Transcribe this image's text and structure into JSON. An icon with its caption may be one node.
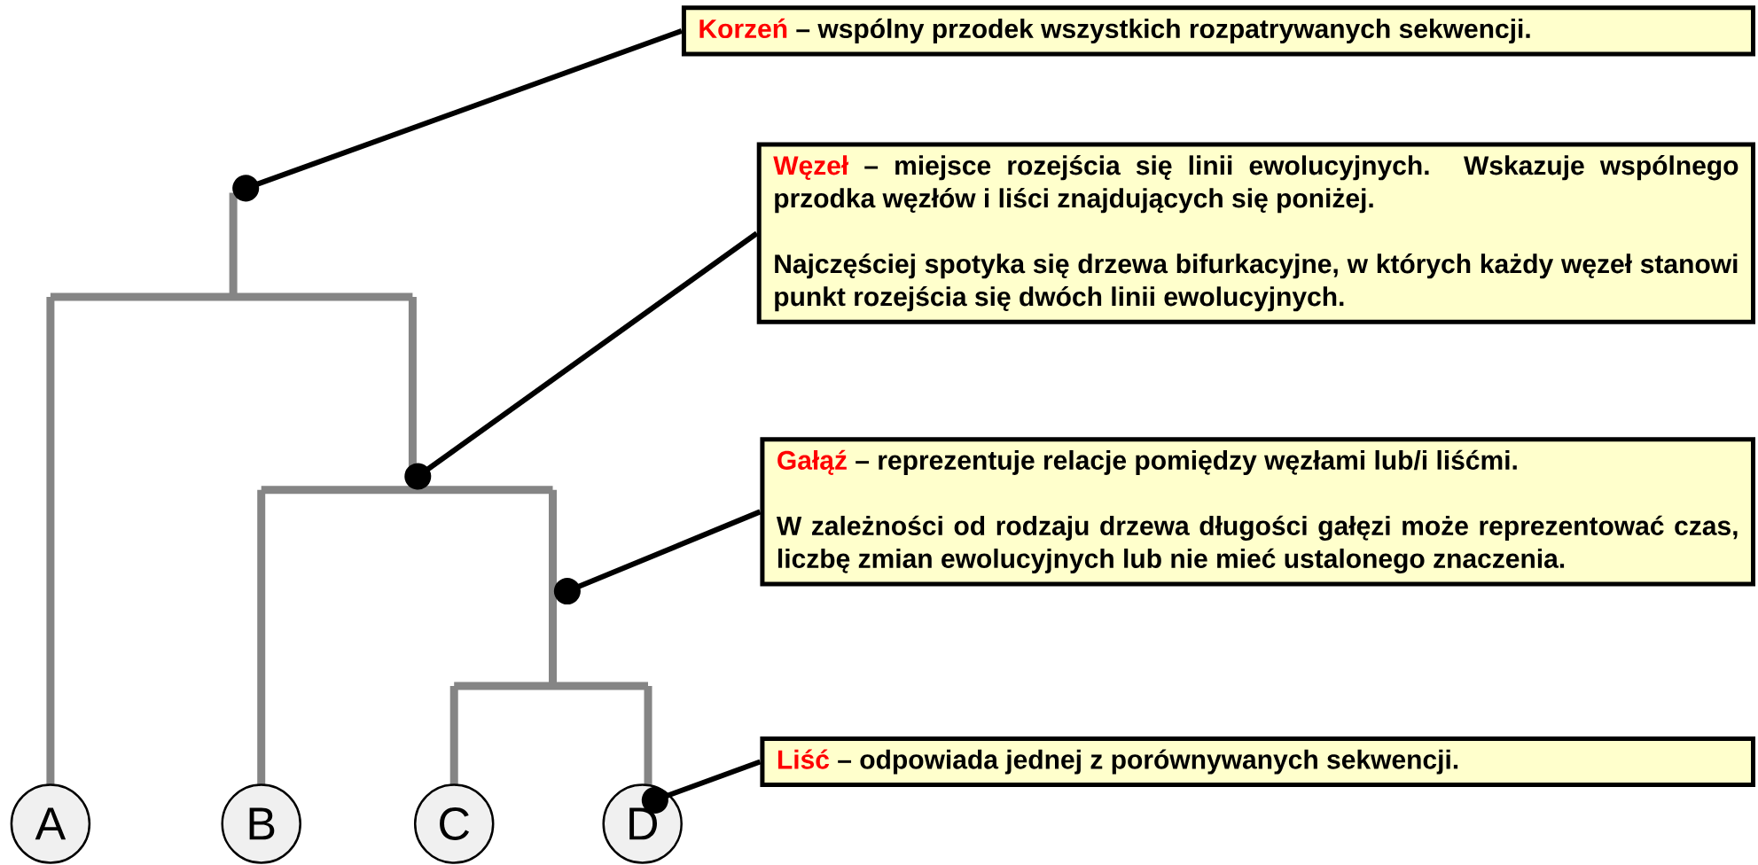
{
  "diagram": {
    "nodes": [
      {
        "text": [
          "Korzeń",
          "– wspólny przodek wszystkich rozpatrywanych sekwencji."
        ]
      },
      {
        "text": [
          "Węzeł",
          "– miejsce rozejścia się linii ewolucyjnych. Wskazuje wspólnego przodka węzłów i liści znajdujących się poniżej.",
          "Najczęściej spotyka się drzewa bifurkacyjne, w których każdy węzeł stanowi punkt rozejścia się dwóch linii ewolucyjnych."
        ]
      },
      {
        "text": [
          "Gałąź",
          "– reprezentuje relacje pomiędzy węzłami lub/i liśćmi.",
          "W zależności od rodzaju drzewa długości gałęzi może reprezentować czas, liczbę zmian ewolucyjnych lub nie mieć ustalonego znaczenia."
        ]
      },
      {
        "text": [
          "Liść",
          "– odpowiada jednej z porównywanych sekwencji."
        ]
      },
      {
        "text": [
          "A"
        ]
      },
      {
        "text": [
          "B"
        ]
      },
      {
        "text": [
          "C"
        ]
      },
      {
        "text": [
          "D"
        ]
      }
    ],
    "edges": [
      {
        "from": 0,
        "to": null,
        "arrow": "other"
      },
      {
        "from": 1,
        "to": null,
        "arrow": "other"
      },
      {
        "from": 2,
        "to": null,
        "arrow": "other"
      },
      {
        "from": 3,
        "to": 7,
        "arrow": "other"
      }
    ]
  }
}
